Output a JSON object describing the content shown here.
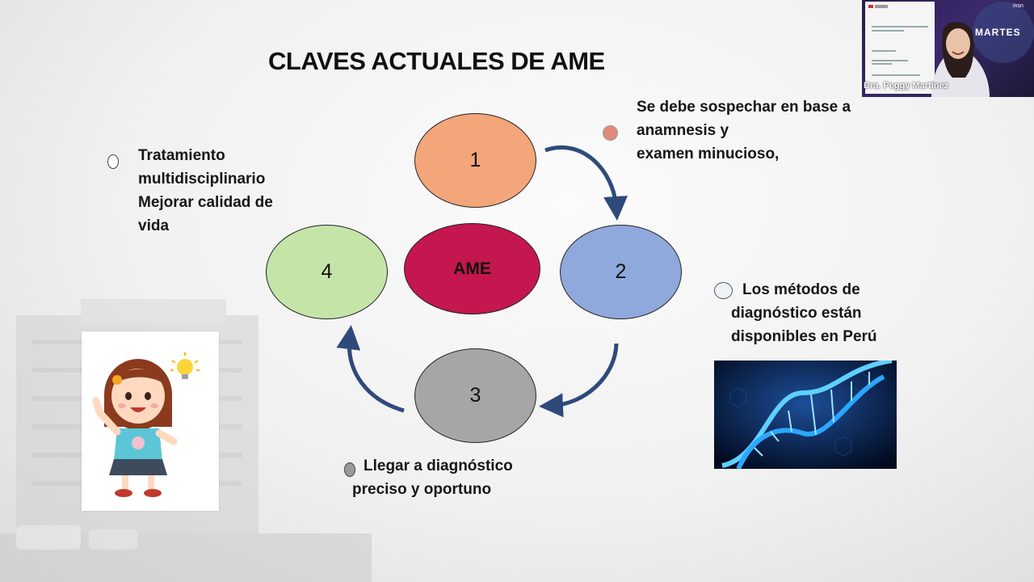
{
  "slide": {
    "title": "CLAVES ACTUALES DE AME",
    "center_label": "AME",
    "ovals": [
      {
        "label": "1",
        "color": "#f2a67a"
      },
      {
        "label": "2",
        "color": "#8fa9dc"
      },
      {
        "label": "3",
        "color": "#a6a6a6"
      },
      {
        "label": "4",
        "color": "#c5e5a8"
      }
    ],
    "center_color": "#c4164f",
    "notes": {
      "top_right": [
        "Se debe sospechar en base a",
        "anamnesis y",
        "examen minucioso,"
      ],
      "right": [
        "Los métodos de",
        "diagnóstico están",
        "disponibles en Perú"
      ],
      "bottom": [
        "Llegar a diagnóstico",
        "preciso y oportuno"
      ],
      "left": [
        "Tratamiento",
        "multidisciplinario",
        "Mejorar calidad de",
        "vida"
      ]
    },
    "arrow_color": "#2f4a7a"
  },
  "webcam": {
    "speaker_name": "Dra. Peggy Martínez",
    "program": "MARTES",
    "logo_text": "insn"
  }
}
